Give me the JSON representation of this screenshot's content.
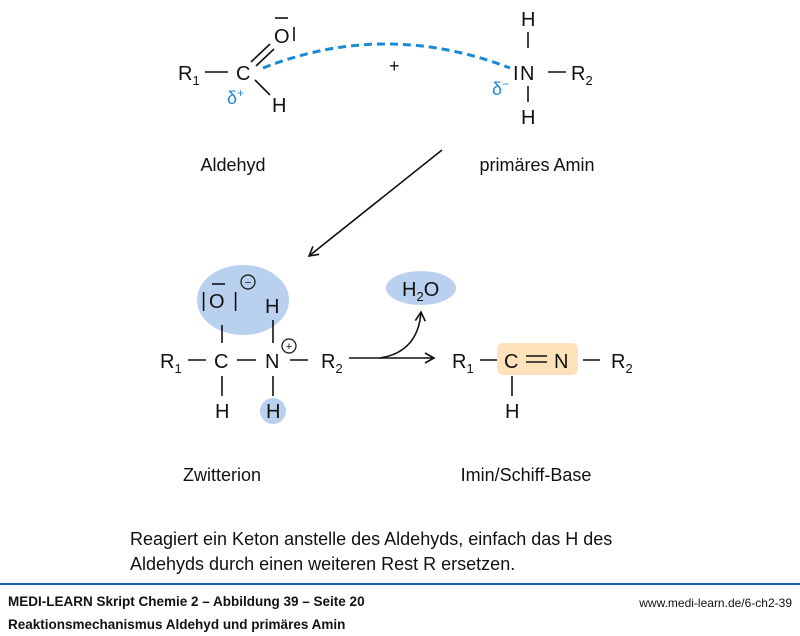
{
  "aldehyde": {
    "R": "R",
    "R_sub": "1",
    "C": "C",
    "O": "O",
    "H": "H",
    "delta": "δ",
    "delta_charge": "+",
    "label": "Aldehyd"
  },
  "plus": "+",
  "amine": {
    "N": "N",
    "lone_pair": "I",
    "H_top": "H",
    "H_bottom": "H",
    "R": "R",
    "R_sub": "2",
    "delta": "δ",
    "delta_charge": "−",
    "label": "primäres Amin"
  },
  "zwitterion": {
    "O": "O",
    "neg": "−",
    "pos": "+",
    "H_N": "H",
    "N": "N",
    "C": "C",
    "R1": "R",
    "R1_sub": "1",
    "R2": "R",
    "R2_sub": "2",
    "H_C": "H",
    "H_proton": "H",
    "label": "Zwitterion"
  },
  "water": {
    "H": "H",
    "sub": "2",
    "O": "O"
  },
  "imine": {
    "R1": "R",
    "R1_sub": "1",
    "C": "C",
    "N": "N",
    "R2": "R",
    "R2_sub": "2",
    "H": "H",
    "label": "Imin/Schiff-Base"
  },
  "note": {
    "line1": "Reagiert ein Keton anstelle des Aldehyds, einfach das H des",
    "line2": "Aldehyds durch einen weiteren Rest R ersetzen."
  },
  "footer": {
    "title": "MEDI-LEARN Skript Chemie 2 – Abbildung 39 – Seite 20",
    "subtitle": "Reaktionsmechanismus Aldehyd und primäres Amin",
    "url": "www.medi-learn.de/6-ch2-39"
  },
  "colors": {
    "highlight_blue": "#b9d0ee",
    "highlight_orange": "#fde2bb",
    "partial_charge": "#1a8ad4",
    "rule": "#1d5fb4"
  }
}
